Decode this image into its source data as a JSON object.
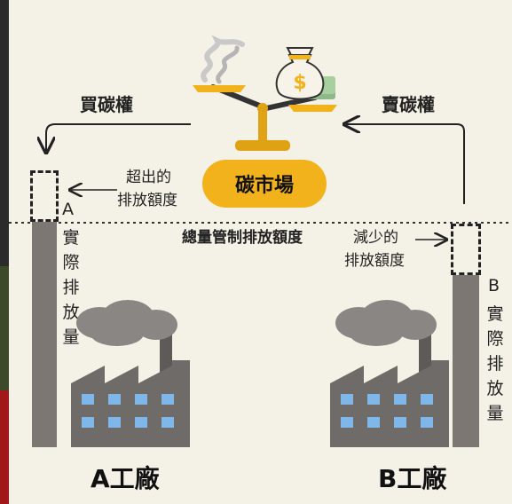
{
  "market": {
    "label": "碳市場"
  },
  "buy": {
    "label": "買碳權"
  },
  "sell": {
    "label": "賣碳權"
  },
  "cap": {
    "label": "總量管制排放額度"
  },
  "factory_a": {
    "name": "A工廠",
    "letter": "A",
    "vertical_chars": [
      "實",
      "際",
      "排",
      "放",
      "量"
    ],
    "excess_line1": "超出的",
    "excess_line2": "排放額度"
  },
  "factory_b": {
    "name": "B工廠",
    "letter": "B",
    "vertical_chars": [
      "實",
      "際",
      "排",
      "放",
      "量"
    ],
    "reduce_line1": "減少的",
    "reduce_line2": "排放額度"
  },
  "colors": {
    "bar": "#7d7773",
    "accent": "#f2b21b",
    "background": "#f4f1e6",
    "factory": "#6f6b69",
    "window": "#7fb7e8"
  },
  "icons": [
    "scale-icon",
    "smoke-cloud-icon",
    "money-bag-icon",
    "factory-icon"
  ]
}
